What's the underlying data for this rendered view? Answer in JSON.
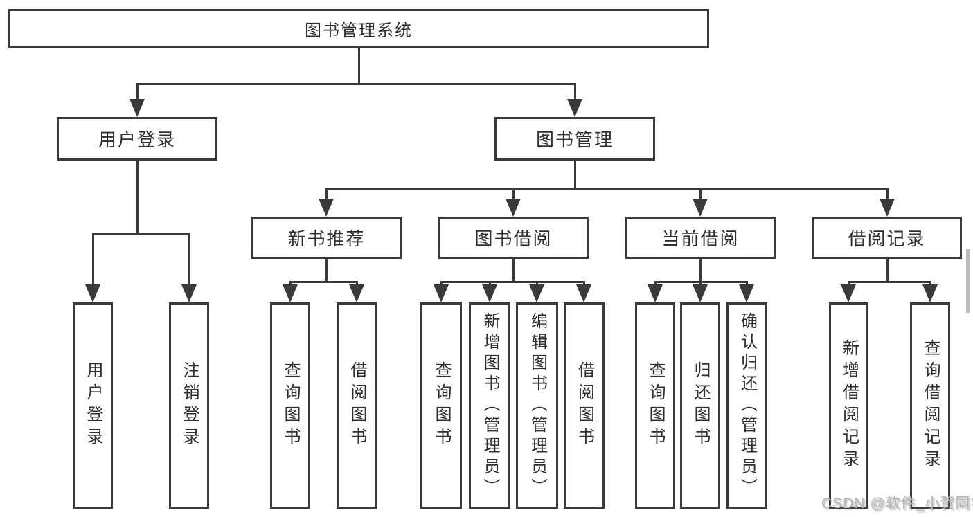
{
  "tree": {
    "root": {
      "label": "图书管理系统"
    },
    "branches": [
      {
        "label": "用户登录",
        "children": [
          {
            "label": "用户登录"
          },
          {
            "label": "注销登录"
          }
        ]
      },
      {
        "label": "图书管理",
        "children": [
          {
            "label": "新书推荐",
            "children": [
              {
                "label": "查询图书"
              },
              {
                "label": "借阅图书"
              }
            ]
          },
          {
            "label": "图书借阅",
            "children": [
              {
                "label": "查询图书"
              },
              {
                "label": "新增图书（管理员）"
              },
              {
                "label": "编辑图书（管理员）"
              },
              {
                "label": "借阅图书"
              }
            ]
          },
          {
            "label": "当前借阅",
            "children": [
              {
                "label": "查询图书"
              },
              {
                "label": "归还图书"
              },
              {
                "label": "确认归还（管理员）"
              }
            ]
          },
          {
            "label": "借阅记录",
            "children": [
              {
                "label": "新增借阅记录"
              },
              {
                "label": "查询借阅记录"
              }
            ]
          }
        ]
      }
    ]
  },
  "watermark": "CSDN @软件_小贺同学",
  "colors": {
    "line": "#3a3a3a",
    "text": "#2e2e2e",
    "background": "#ffffff",
    "watermark": "#b6b6b6"
  }
}
